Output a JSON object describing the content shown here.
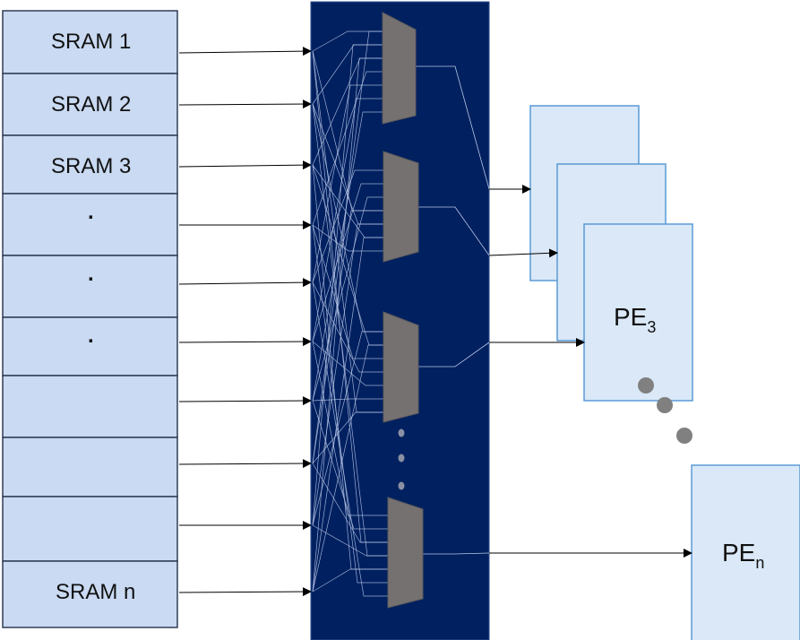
{
  "sram": {
    "cells": [
      {
        "label": "SRAM 1"
      },
      {
        "label": "SRAM 2"
      },
      {
        "label": "SRAM 3"
      },
      {
        "label": "."
      },
      {
        "label": "."
      },
      {
        "label": "."
      },
      {
        "label": ""
      },
      {
        "label": ""
      },
      {
        "label": ""
      },
      {
        "label": "SRAM n"
      }
    ]
  },
  "crossbar": {
    "fill": "#002060",
    "mux_fill": "#767171"
  },
  "pe": {
    "pe3_main": "PE",
    "pe3_sub": "3",
    "pen_main": "PE",
    "pen_sub": "n",
    "fill": "#dae8f7",
    "stroke": "#5b9bd5"
  },
  "colors": {
    "sram_fill": "#c9daf2",
    "sram_stroke": "#2f3d55"
  }
}
